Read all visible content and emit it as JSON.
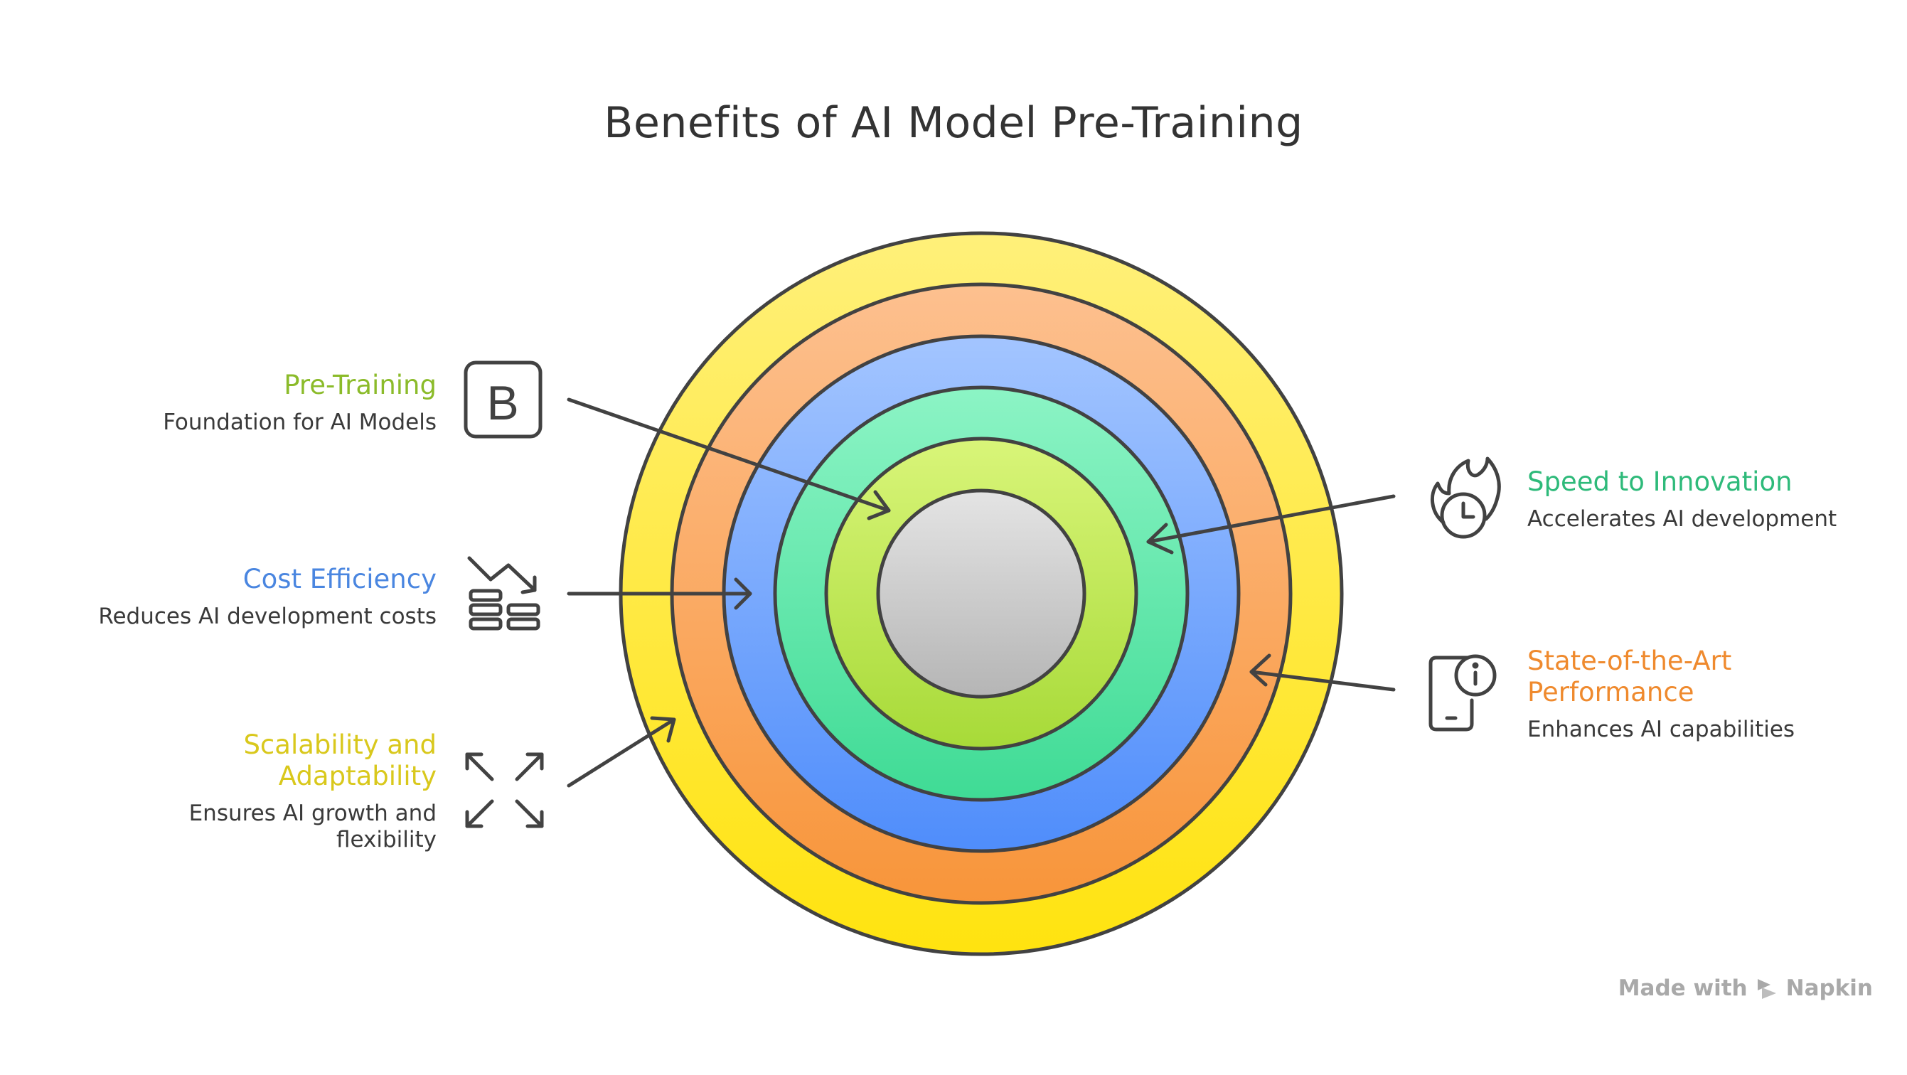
{
  "title": "Benefits of AI Model Pre-Training",
  "colors": {
    "ring_yellow": "#ffe631",
    "ring_orange": "#fba35c",
    "ring_blue": "#75a6ff",
    "ring_green": "#5ee5a9",
    "ring_lime": "#c2e852",
    "core_gray": "#cbcbcb",
    "stroke": "#424242",
    "pretraining": "#8bbb2a",
    "cost": "#4a86e0",
    "scalability": "#d9c81c",
    "speed": "#2eba7a",
    "state": "#ef8a2e"
  },
  "items": {
    "pretraining": {
      "title": "Pre-Training",
      "desc": "Foundation for AI Models",
      "icon": "letter-b-box-icon",
      "glyph": "B"
    },
    "cost": {
      "title": "Cost Efficiency",
      "desc": "Reduces AI development costs",
      "icon": "cost-decrease-icon"
    },
    "scalability": {
      "title_line1": "Scalability and",
      "title_line2": "Adaptability",
      "desc_line1": "Ensures AI growth and",
      "desc_line2": "flexibility",
      "icon": "expand-arrows-icon"
    },
    "speed": {
      "title": "Speed to Innovation",
      "desc": "Accelerates AI development",
      "icon": "fire-clock-icon"
    },
    "state": {
      "title_line1": "State-of-the-Art",
      "title_line2": "Performance",
      "desc": "Enhances AI capabilities",
      "icon": "phone-info-icon"
    }
  },
  "footer": {
    "made_with": "Made with",
    "brand": "Napkin",
    "icon": "napkin-logo-icon"
  }
}
